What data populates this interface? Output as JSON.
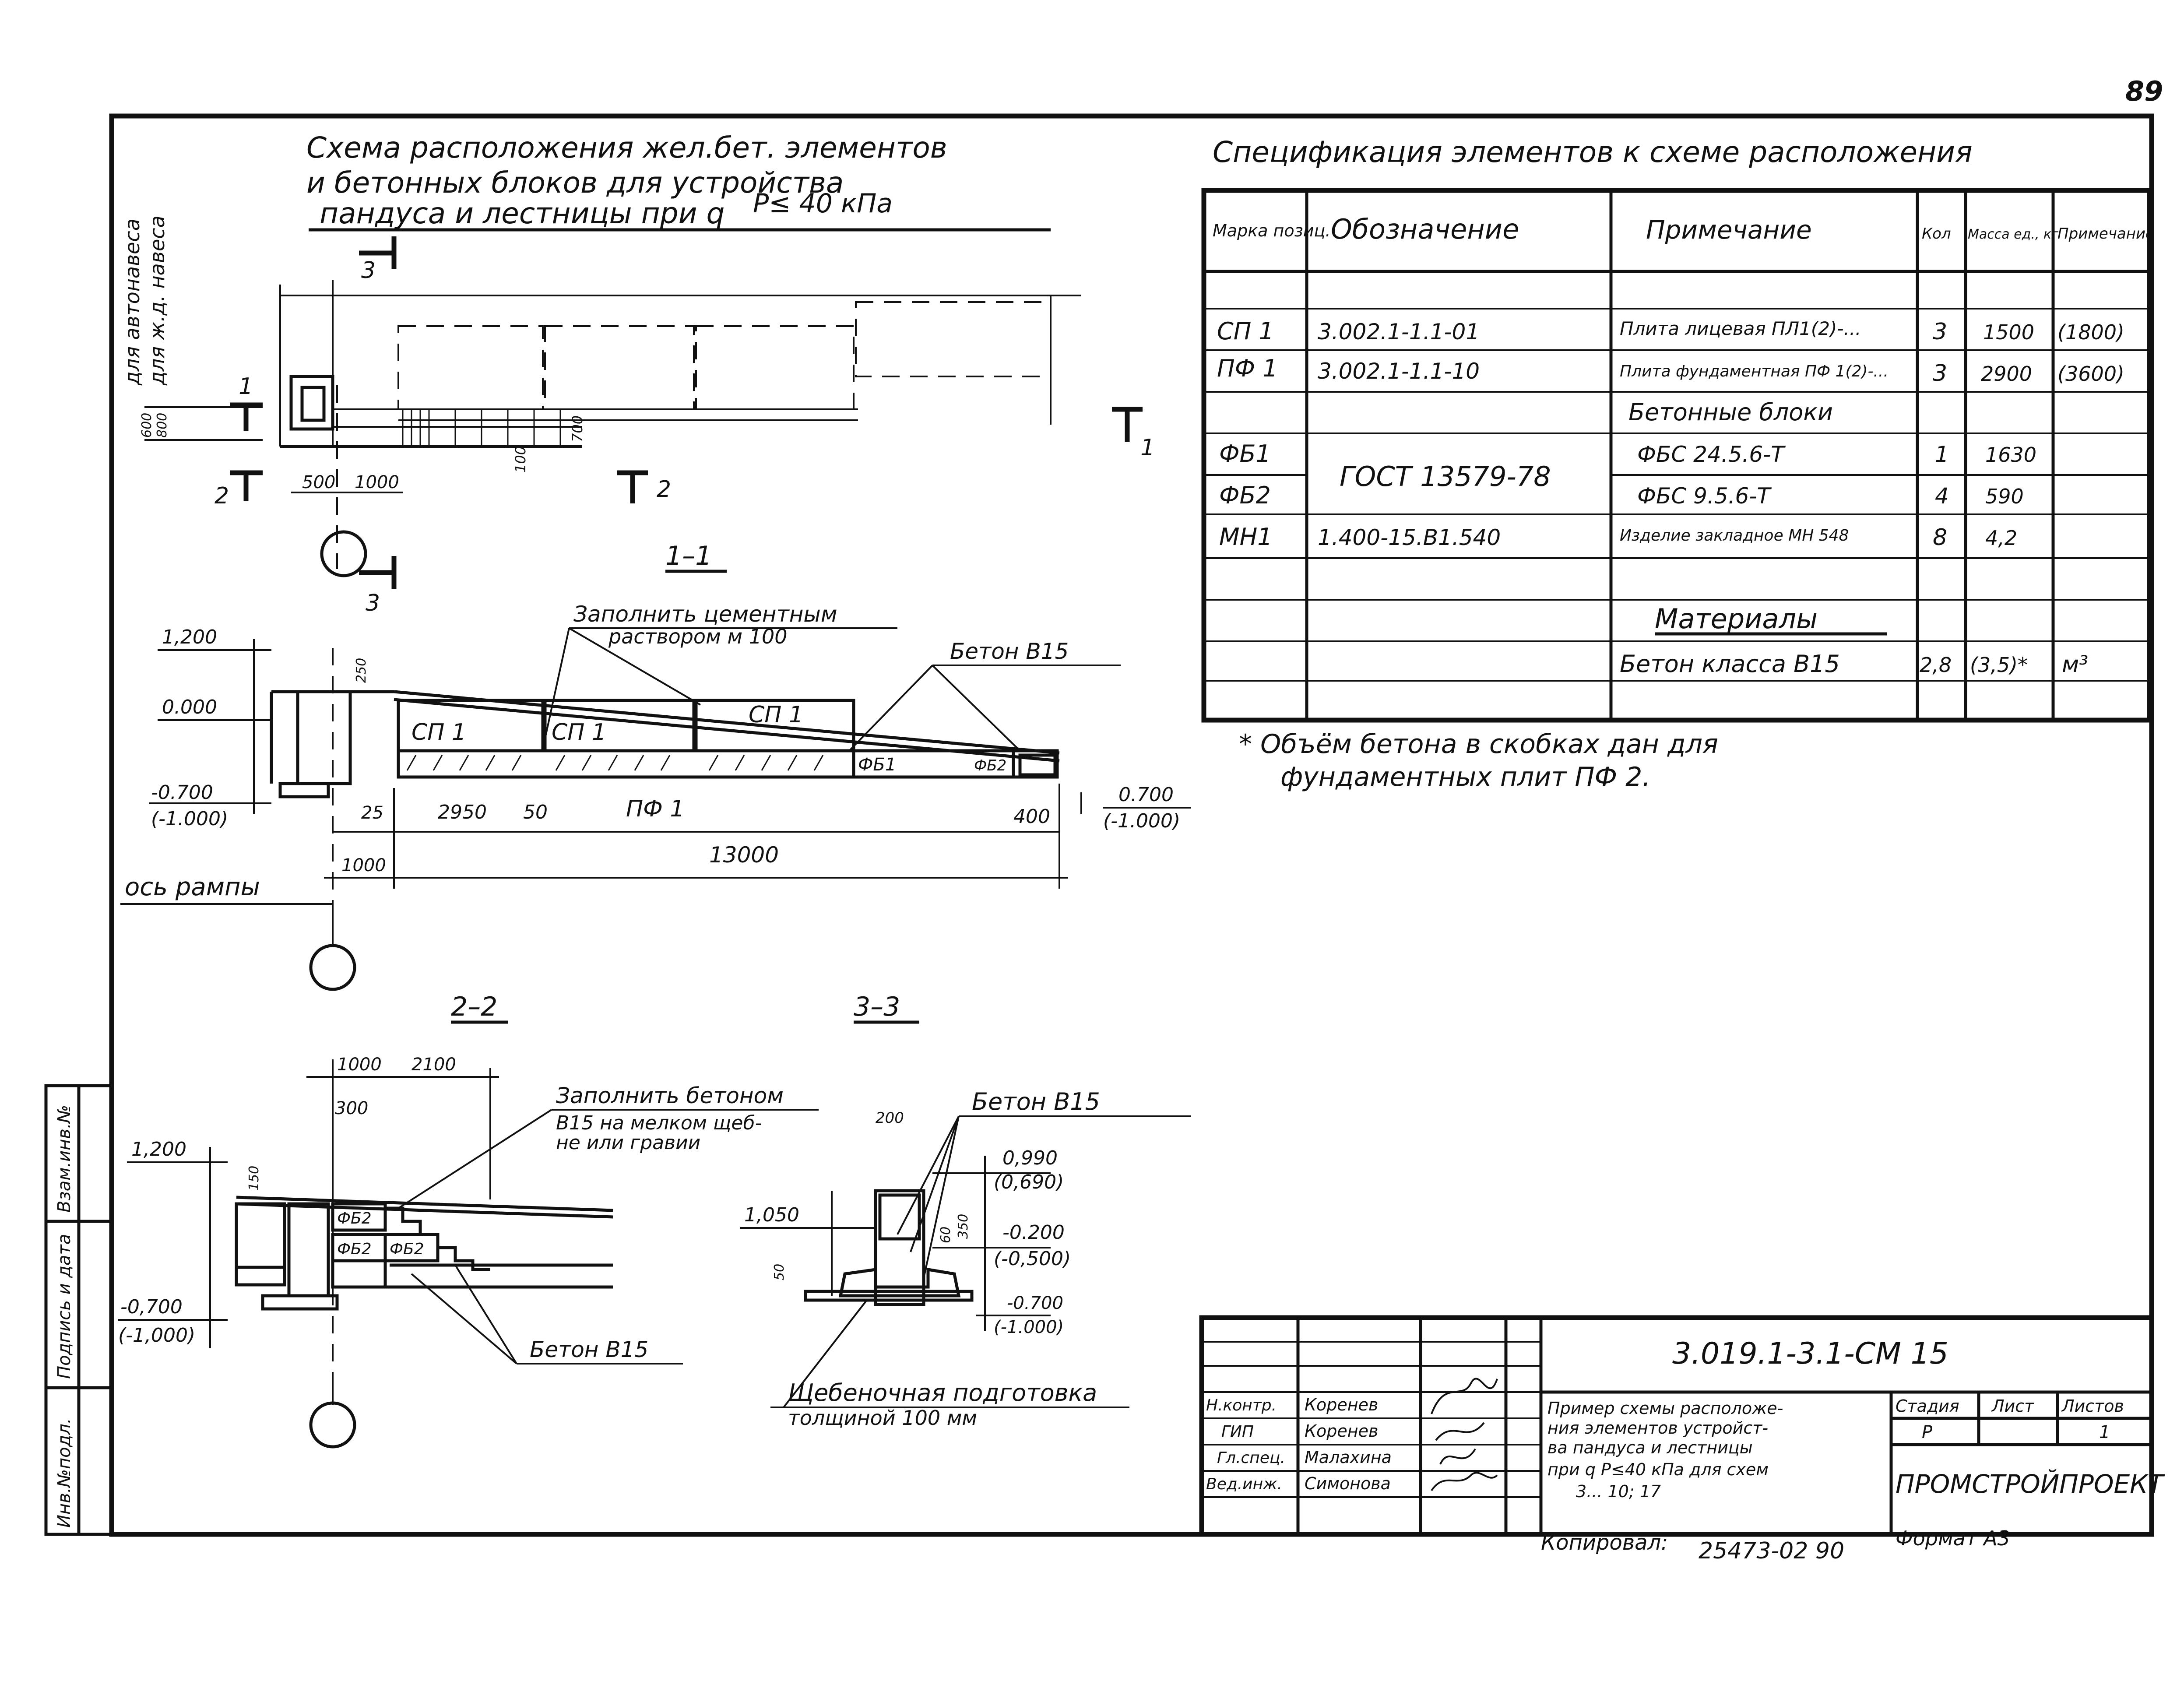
{
  "page_number": "89",
  "side_stamp": {
    "cells": [
      "Инв.№подл.",
      "Подпись и дата",
      "Взам.инв.№"
    ]
  },
  "plan": {
    "title_lines": [
      "Схема расположения жел.бет. элементов",
      "и бетонных блоков для устройства",
      "пандуса и лестницы при q"
    ],
    "title_load": "P≤ 40 кПа",
    "side_labels": [
      "для автонавеса",
      "для ж.д. навеса"
    ],
    "heights": [
      "600",
      "800"
    ],
    "dims": [
      "500",
      "1000"
    ],
    "h700": "700",
    "h100": "100",
    "marks": [
      "1",
      "1",
      "2",
      "2",
      "3",
      "3"
    ]
  },
  "section_1": {
    "title": "1–1",
    "notes": [
      "Заполнить цементным",
      "раствором м 100",
      "Бетон В15"
    ],
    "elev": [
      "1,200",
      "0.000",
      "-0.700",
      "(-1.000)",
      "0.700",
      "(-1.000)"
    ],
    "labels": [
      "СП 1",
      "СП 1",
      "СП 1",
      "ФБ1",
      "ФБ2",
      "ПФ 1"
    ],
    "dims": [
      "25",
      "2950",
      "50",
      "400",
      "1000",
      "13000"
    ],
    "h250": "250",
    "axis_label": "ось рампы"
  },
  "section_2": {
    "title": "2–2",
    "dims": [
      "1000",
      "2100",
      "300"
    ],
    "elev": [
      "1,200",
      "-0,700",
      "(-1,000)"
    ],
    "h150": "150",
    "blocks": [
      "ФБ2",
      "ФБ2",
      "ФБ2"
    ],
    "notes": [
      "Заполнить бетоном",
      "В15 на мелком щеб-",
      "не или гравии",
      "Бетон В15"
    ]
  },
  "section_3": {
    "title": "3–3",
    "note": "Бетон В15",
    "dim_200": "200",
    "elev": [
      "0,990",
      "(0,690)",
      "1,050",
      "-0.200",
      "(-0,500)",
      "-0.700",
      "(-1.000)"
    ],
    "dims_v": [
      "60",
      "350",
      "50"
    ],
    "footing_note": [
      "Щебеночная подготовка",
      "толщиной 100 мм"
    ]
  },
  "spec": {
    "title": "Спецификация элементов к схеме расположения",
    "headers": [
      "Марка позиц.",
      "Обозначение",
      "Примечание",
      "Кол",
      "Масса ед., кг",
      "Примечание"
    ],
    "rows": [
      {
        "mark": "",
        "designation": "",
        "name": "",
        "qty": "",
        "mass": "",
        "note": ""
      },
      {
        "mark": "СП 1",
        "designation": "3.002.1-1.1-01",
        "name": "Плита лицевая ПЛ1(2)-...",
        "qty": "3",
        "mass": "1500",
        "note": "(1800)"
      },
      {
        "mark": "ПФ 1",
        "designation": "3.002.1-1.1-10",
        "name": "Плита фундаментная ПФ 1(2)-...",
        "qty": "3",
        "mass": "2900",
        "note": "(3600)"
      },
      {
        "mark": "",
        "designation": "",
        "name": "Бетонные блоки",
        "qty": "",
        "mass": "",
        "note": ""
      },
      {
        "mark": "ФБ1",
        "designation": "",
        "name": "ФБС 24.5.6-Т",
        "qty": "1",
        "mass": "1630",
        "note": ""
      },
      {
        "mark": "ФБ2",
        "designation": "",
        "name": "ФБС 9.5.6-Т",
        "qty": "4",
        "mass": "590",
        "note": ""
      },
      {
        "mark": "МН1",
        "designation": "1.400-15.В1.540",
        "name": "Изделие закладное МН 548",
        "qty": "8",
        "mass": "4,2",
        "note": ""
      },
      {
        "mark": "",
        "designation": "",
        "name": "",
        "qty": "",
        "mass": "",
        "note": ""
      },
      {
        "mark": "",
        "designation": "",
        "name": "Материалы",
        "qty": "",
        "mass": "",
        "note": ""
      },
      {
        "mark": "",
        "designation": "",
        "name": "Бетон класса В15",
        "qty": "2,8",
        "mass": "(3,5)*",
        "note": "м³"
      },
      {
        "mark": "",
        "designation": "",
        "name": "",
        "qty": "",
        "mass": "",
        "note": ""
      }
    ],
    "gost": "ГОСТ 13579-78",
    "footnote_lines": [
      "* Объём бетона в скобках дан для",
      "фундаментных плит ПФ 2."
    ]
  },
  "title_block": {
    "code": "3.019.1-3.1-СМ 15",
    "roles": [
      "Н.контр.",
      "ГИП",
      "Гл.спец.",
      "Вед.инж."
    ],
    "names": [
      "Коренев",
      "Коренев",
      "Малахина",
      "Симонова"
    ],
    "desc_lines": [
      "Пример схемы расположе-",
      "ния элементов устройст-",
      "ва пандуса и лестницы",
      "при q P≤40 кПа для схем",
      "3... 10; 17"
    ],
    "stage_headers": [
      "Стадия",
      "Лист",
      "Листов"
    ],
    "stage": "Р",
    "sheet": "",
    "sheets": "1",
    "org": "ПРОМСТРОЙПРОЕКТ",
    "copied_label": "Копировал:",
    "copied_value": "25473-02  90",
    "format": "Формат А3"
  }
}
